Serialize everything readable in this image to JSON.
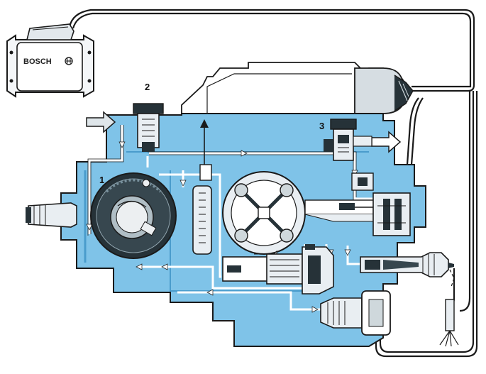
{
  "ecu": {
    "brand": "BOSCH",
    "logo_icon": "bosch-armature-icon"
  },
  "callouts": [
    {
      "id": "1",
      "text": "1"
    },
    {
      "id": "2",
      "text": "2"
    },
    {
      "id": "3",
      "text": "3"
    }
  ],
  "colors": {
    "pump_body": "#7fc3e8",
    "pump_body_dark": "#4a9ccc",
    "outline": "#1a1a1a",
    "paper": "#ffffff",
    "component_fill": "#e9eef2",
    "dark_part": "#263238",
    "arrow_fill": "#dfe6ea"
  },
  "icons": {
    "fuel_inlet_arrow": "arrow-right-icon",
    "fuel_outlet_arrow": "arrow-right-icon",
    "spray_nozzle": "spray-icon"
  }
}
